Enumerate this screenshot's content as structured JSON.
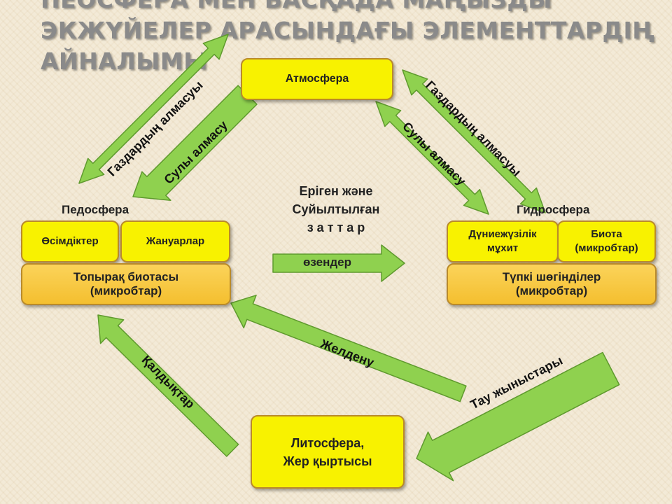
{
  "title": {
    "line1": "ПЕОСФЕРА МЕН БАСҚАДА МАҢЫЗДЫ",
    "line2": "ЭКЖҮЙЕЛЕР АРАСЫНДАҒЫ ЭЛЕМЕНТТАРДІҢ",
    "line3": "АЙНАЛЫМЫ"
  },
  "nodes": {
    "atmosphere": "Атмосфера",
    "pedosphere_label": "Педосфера",
    "plants": "Өсімдіктер",
    "animals": "Жануарлар",
    "soil_biota_line1": "Топырақ биотасы",
    "soil_biota_line2": "(микробтар)",
    "hydrosphere_label": "Гидросфера",
    "ocean_line1": "Дүниежүзілік",
    "ocean_line2": "мұхит",
    "biota_line1": "Биота",
    "biota_line2": "(микробтар)",
    "sediments_line1": "Түпкі шөгінділер",
    "sediments_line2": "(микробтар)",
    "lithosphere_line1": "Литосфера,",
    "lithosphere_line2": "Жер қыртысы"
  },
  "flows": {
    "gas_left": "Газдардың алмасуы",
    "water_left": "Сулы алмасу",
    "gas_right": "Газдардың алмасуы",
    "water_right": "Сулы алмасу",
    "dissolved_line1": "Еріген және",
    "dissolved_line2": "Суйылтылған",
    "dissolved_line3": "з а т т а р",
    "rivers": "өзендер",
    "weathering": "Желдену",
    "remains": "Қалдықтар",
    "rocks": "Тау жыныстары"
  },
  "colors": {
    "arrow_fill": "#8fd14f",
    "arrow_stroke": "#5f9a2e",
    "box_yellow": "#f8f200",
    "box_gold": "#f4bf2f",
    "border": "#b98a2b"
  }
}
